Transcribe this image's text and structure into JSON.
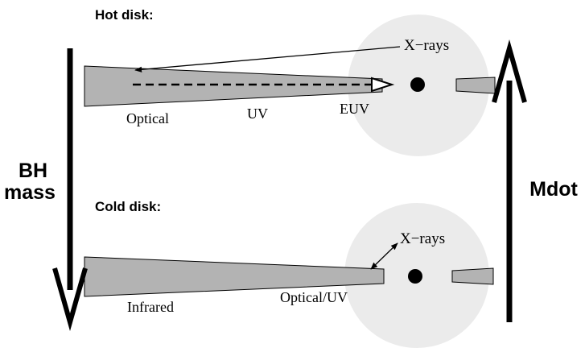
{
  "hot_disk": {
    "title": "Hot disk:",
    "labels": {
      "optical": "Optical",
      "uv": "UV",
      "euv": "EUV",
      "xrays": "X−rays"
    }
  },
  "cold_disk": {
    "title": "Cold disk:",
    "labels": {
      "infrared": "Infrared",
      "optical_uv": "Optical/UV",
      "xrays": "X−rays"
    }
  },
  "side_labels": {
    "bh_mass_line1": "BH",
    "bh_mass_line2": "mass",
    "mdot": "Mdot"
  },
  "colors": {
    "disk_fill": "#b3b3b3",
    "corona_fill": "#ebebeb",
    "ink": "#000000"
  }
}
